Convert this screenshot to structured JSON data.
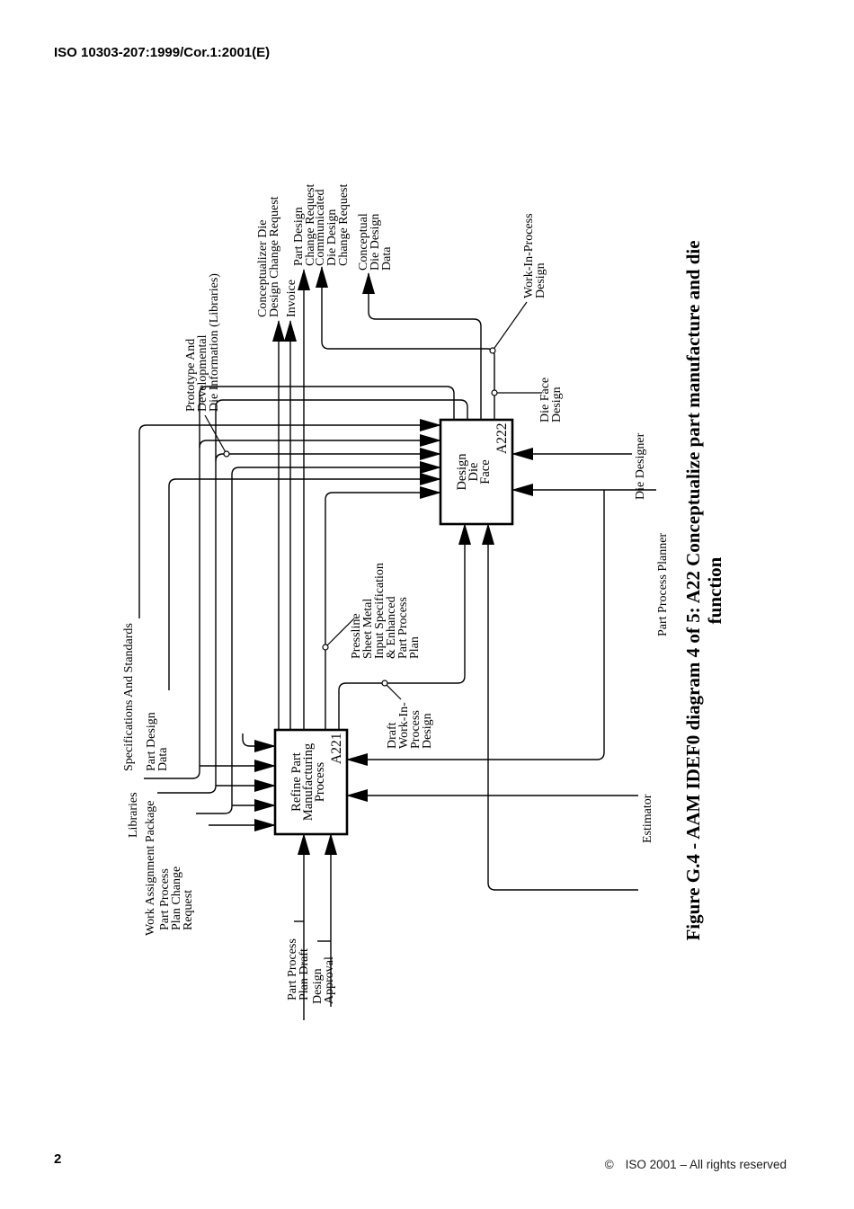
{
  "page": {
    "header": "ISO 10303-207:1999/Cor.1:2001(E)",
    "footer": {
      "page_number": "2",
      "copyright_symbol": "©",
      "copyright_text": "ISO 2001 – All rights reserved"
    }
  },
  "figure": {
    "caption": [
      "Figure G.4 - AAM IDEF0 diagram 4 of 5: A22 Conceptualize part manufacture and die",
      "function"
    ]
  },
  "diagram": {
    "boxes": {
      "a221": {
        "id": "A221",
        "title": [
          "Refine Part",
          "Manufacturing",
          "Process"
        ]
      },
      "a222": {
        "id": "A222",
        "title": [
          "Design",
          "Die",
          "Face"
        ]
      }
    },
    "labels": {
      "conceptualizer-die-dcr": [
        "Conceptualizer Die",
        "Design Change Request"
      ],
      "invoice": [
        "Invoice"
      ],
      "part-design-change-request": [
        "Part Design",
        "Change Request"
      ],
      "communicated-die-design-change-request": [
        "Communicated",
        "Die Design",
        "Change Request"
      ],
      "conceptual-die-design-data": [
        "Conceptual",
        "Die Design",
        "Data"
      ],
      "prototype-developmental-die-information": [
        "Prototype And",
        "Developmental",
        "Die Information (Libraries)"
      ],
      "work-in-process-design": [
        "Work-In-Process",
        "Design"
      ],
      "die-face-design": [
        "Die Face",
        "Design"
      ],
      "die-designer": [
        "Die Designer"
      ],
      "part-process-planner": [
        "Part Process Planner"
      ],
      "pressline-sheet-metal-input-specification": [
        "Pressline",
        "Sheet Metal",
        "Input Specification",
        "& Enhanced",
        "Part Process",
        "Plan"
      ],
      "draft-work-in-process-design": [
        "Draft",
        "Work-In-",
        "Process",
        "Design"
      ],
      "specifications-and-standards": [
        "Specifications And Standards"
      ],
      "part-design-data": [
        "Part Design",
        "Data"
      ],
      "libraries": [
        "Libraries"
      ],
      "work-assignment-package": [
        "Work Assignment Package"
      ],
      "part-process-plan-change-request": [
        "Part Process",
        "Plan Change",
        "Request"
      ],
      "estimator": [
        "Estimator"
      ],
      "part-process-plan-draft": [
        "Part Process",
        "Plan Draft"
      ],
      "design-approval": [
        "Design",
        "Approval"
      ]
    }
  }
}
